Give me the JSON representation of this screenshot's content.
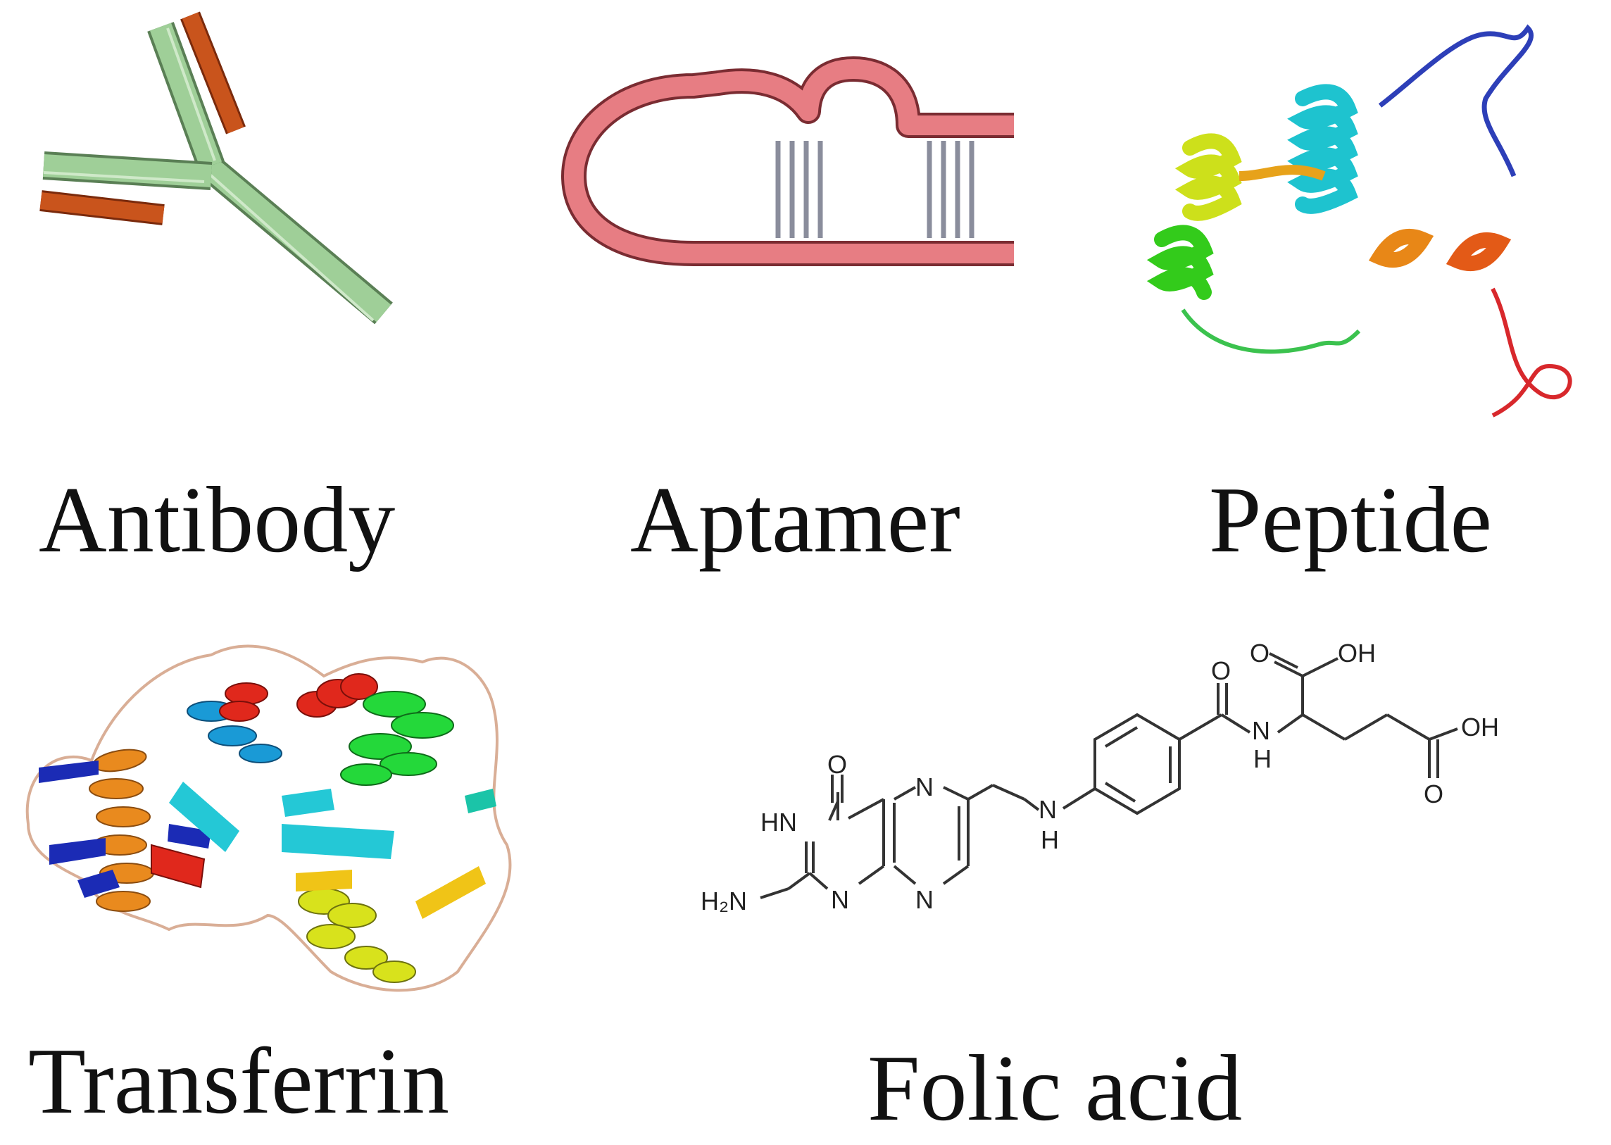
{
  "labels": {
    "antibody": "Antibody",
    "aptamer": "Aptamer",
    "peptide": "Peptide",
    "transferrin": "Transferrin",
    "folic_acid": "Folic acid"
  },
  "folic_acid_atoms": {
    "oh_top": "OH",
    "oh_right": "OH",
    "o_carbonyl_acid": "O",
    "o_amide": "O",
    "o_acid_bottom": "O",
    "o_pteridine": "O",
    "n_amide": "N",
    "h_amide": "H",
    "n_amine": "N",
    "h_amine": "H",
    "hn_ring": "HN",
    "n_ring_top": "N",
    "n_ring_bottom_left": "N",
    "n_ring_bottom_right": "N",
    "h2n": "H₂N"
  },
  "colors": {
    "antibody_chain": "#9fcf98",
    "antibody_chain_edge": "#5a7f55",
    "antibody_antigen": "#c9541c",
    "aptamer_strand": "#e77d83",
    "aptamer_edge": "#7a2c32",
    "aptamer_pairs": "#8a8d9c"
  }
}
